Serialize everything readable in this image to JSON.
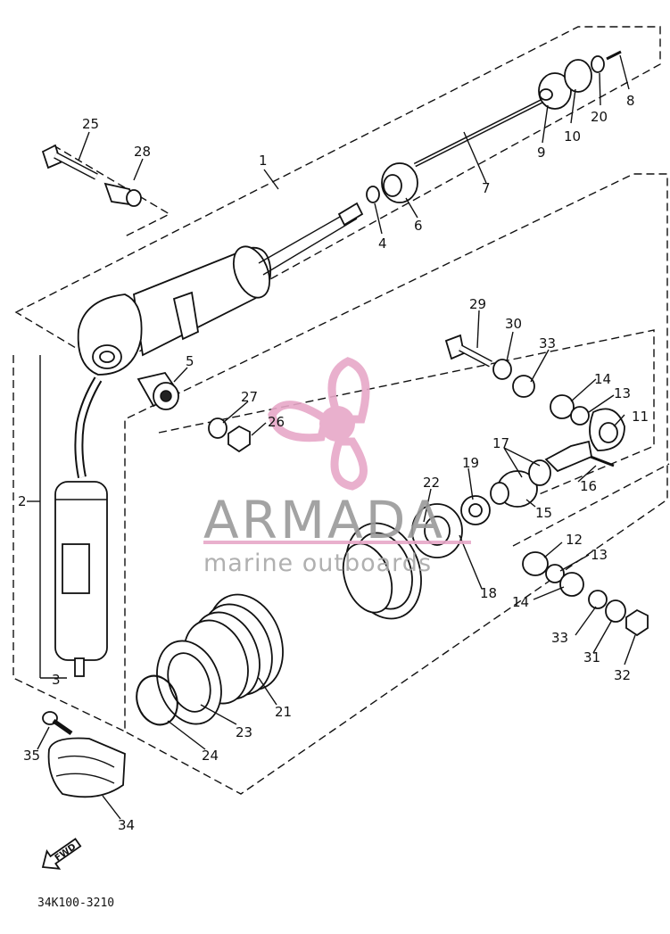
{
  "diagram": {
    "code": "34K100-3210",
    "forward_label": "FWD",
    "watermark": {
      "brand": "ARMADA",
      "tagline": "marine outboards",
      "accent_color": "#e7a8c8"
    },
    "callouts": [
      "1",
      "2",
      "3",
      "4",
      "5",
      "6",
      "7",
      "8",
      "9",
      "10",
      "11",
      "12",
      "13",
      "13",
      "14",
      "14",
      "15",
      "16",
      "17",
      "18",
      "19",
      "20",
      "21",
      "22",
      "23",
      "24",
      "25",
      "26",
      "27",
      "28",
      "29",
      "30",
      "31",
      "32",
      "33",
      "33",
      "34",
      "35"
    ]
  }
}
